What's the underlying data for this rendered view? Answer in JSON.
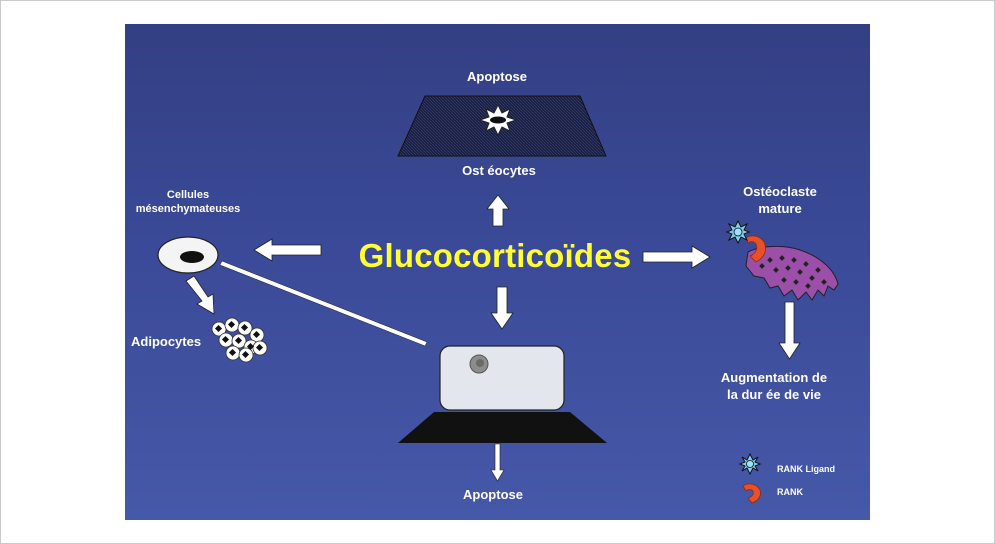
{
  "title": "Glucocorticoïdes",
  "labels": {
    "apoptose_top": "Apoptose",
    "osteocytes": "Ost éocytes",
    "cellules": "Cellules",
    "mesenchymateuses": "mésenchymateuses",
    "adipocytes": "Adipocytes",
    "osteoclaste_l1": "Ostéoclaste",
    "osteoclaste_l2": "mature",
    "augmentation_l1": "Augmentation de",
    "augmentation_l2": "la dur ée de vie",
    "apoptose_bottom": "Apoptose"
  },
  "legend": {
    "rank_ligand": "RANK Ligand",
    "rank": "RANK"
  },
  "colors": {
    "background": "#3a4a98",
    "title": "#ffff33",
    "rank_ligand": "#7fd0f0",
    "rank": "#e8502a",
    "osteoclast": "#9b4fa8"
  }
}
